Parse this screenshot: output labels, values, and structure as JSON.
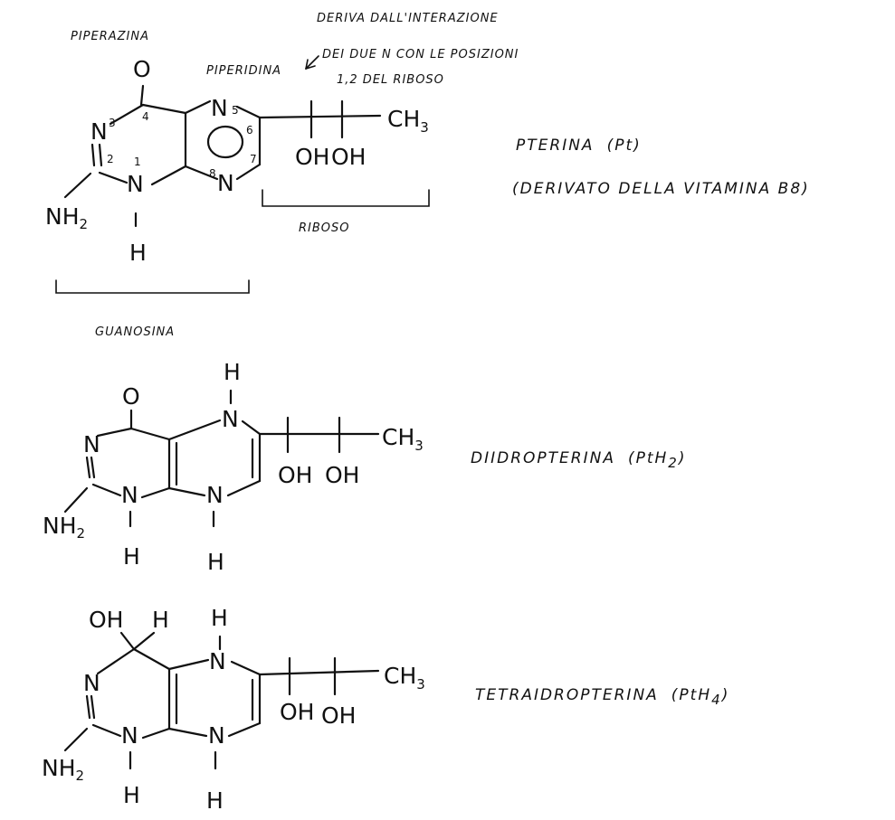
{
  "header": {
    "piperazina": "PIPERAZINA",
    "piperidina": "PIPERIDINA",
    "annotation_line1": "DERIVA DALL'INTERAZIONE",
    "annotation_line2": "DEI DUE N CON LE POSIZIONI",
    "annotation_line3": "1,2 DEL RIBOSO"
  },
  "atoms": {
    "oxygen": "O",
    "nitrogen": "N",
    "hydrogen": "H",
    "amine": "NH",
    "amine_sub": "2",
    "methyl": "CH",
    "methyl_sub": "3",
    "hydroxyl": "OH"
  },
  "ring_numbers": [
    "1",
    "2",
    "3",
    "4",
    "5",
    "6",
    "7",
    "8"
  ],
  "structures": [
    {
      "name": "PTERINA",
      "abbr": "(Pt)",
      "subtitle": "(DERIVATO DELLA VITAMINA B8)",
      "brace_labels": [
        "RIBOSO",
        "GUANOSINA"
      ]
    },
    {
      "name": "DIIDROPTERINA",
      "abbr_main": "(PtH",
      "abbr_sub": "2",
      "abbr_close": ")"
    },
    {
      "name": "TETRAIDROPTERINA",
      "abbr_main": "(PtH",
      "abbr_sub": "4",
      "abbr_close": ")"
    }
  ]
}
